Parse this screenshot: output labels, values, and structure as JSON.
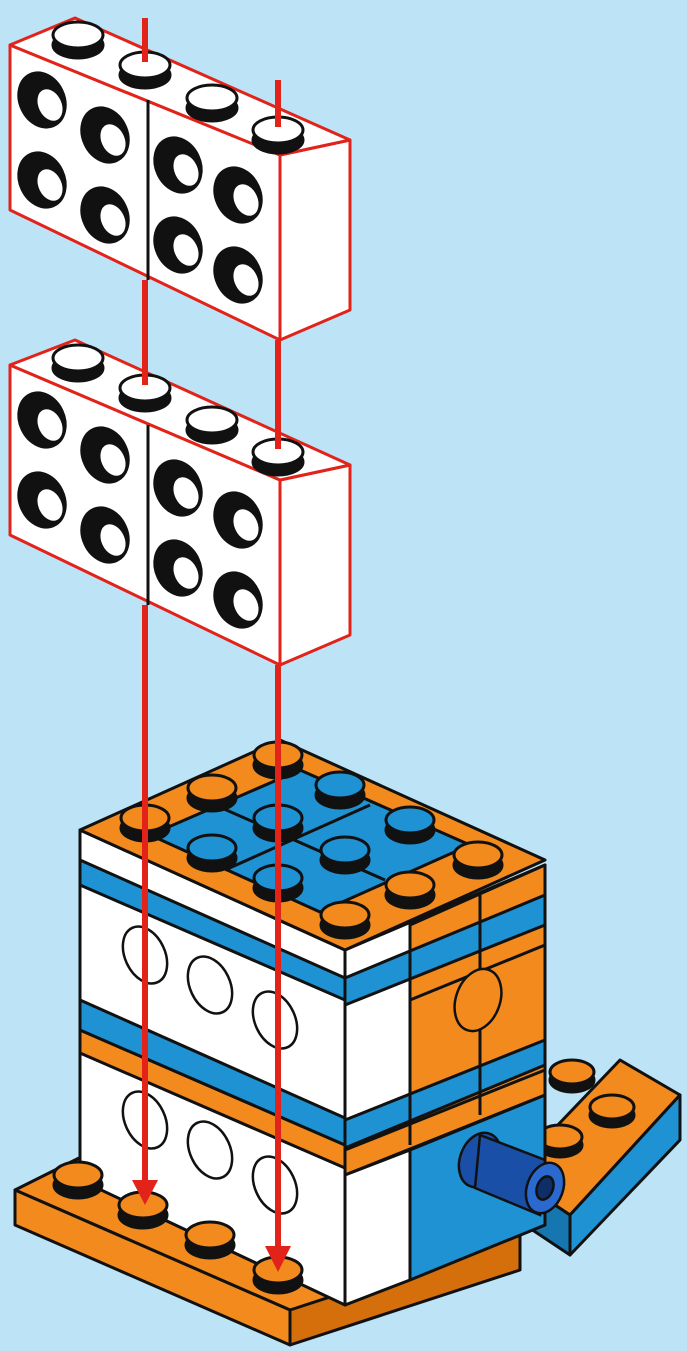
{
  "title": "",
  "colors": {
    "background": "#bde3f6",
    "white": "#ffffff",
    "orange": "#f28a1e",
    "orange_dark": "#d46f0c",
    "blue": "#1e92d2",
    "blue_dark": "#1677b0",
    "red": "#e2231a",
    "outline": "#111111",
    "pin": "#1a4fa8"
  },
  "parts": [
    {
      "name": "brick-2x4-sidestud-upper",
      "color": "white",
      "role": "new part"
    },
    {
      "name": "brick-2x4-sidestud-lower",
      "color": "white",
      "role": "new part"
    },
    {
      "name": "base-assembly",
      "color": "orange-blue-white",
      "role": "existing model"
    },
    {
      "name": "technic-pin",
      "color": "blue",
      "role": "existing model"
    }
  ],
  "arrows": [
    {
      "name": "placement-arrow-left",
      "direction": "down"
    },
    {
      "name": "placement-arrow-right",
      "direction": "down"
    }
  ]
}
